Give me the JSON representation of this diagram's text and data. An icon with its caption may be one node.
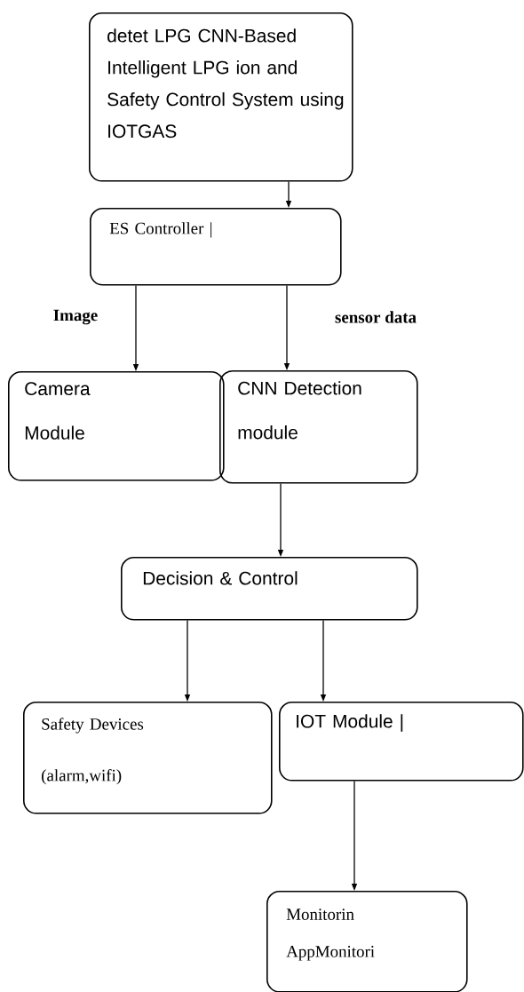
{
  "diagram": {
    "nodes": [
      {
        "text": [
          "detet LPG CNN-Based Intelligent LPG ion and Safety Control System using IOTGAS"
        ]
      },
      {
        "text": [
          "ES Controller |"
        ]
      },
      {
        "text": [
          "Camera Module"
        ]
      },
      {
        "text": [
          "CNN Detection module"
        ]
      },
      {
        "text": [
          "Decision & Control"
        ]
      },
      {
        "text": [
          "Safety Devices (alarm,wifi)"
        ]
      },
      {
        "text": [
          "IOT Module |"
        ]
      },
      {
        "text": [
          "Monitorin AppMonitori"
        ]
      }
    ],
    "edges": [
      {
        "from": 0,
        "to": 1,
        "arrow": "to"
      },
      {
        "from": 1,
        "to": 2,
        "arrow": "to",
        "label": "Image"
      },
      {
        "from": 1,
        "to": 3,
        "arrow": "to",
        "label": "sensor data"
      },
      {
        "from": 3,
        "to": 4,
        "arrow": "to"
      },
      {
        "from": 4,
        "to": 5,
        "arrow": "to"
      },
      {
        "from": 4,
        "to": 6,
        "arrow": "to"
      },
      {
        "from": 6,
        "to": 7,
        "arrow": "to"
      }
    ]
  }
}
